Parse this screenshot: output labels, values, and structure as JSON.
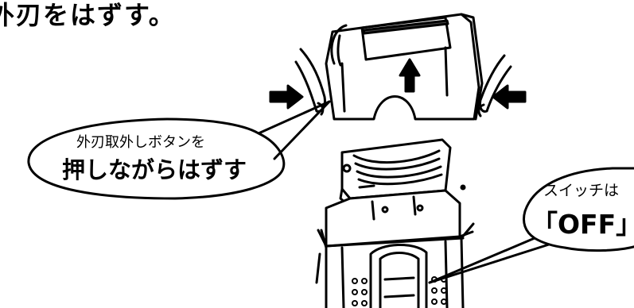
{
  "heading": "外刃をはずす。",
  "callout_release_button": {
    "line1": "外刃取外しボタンを",
    "line2": "押しながらはずす"
  },
  "callout_switch": {
    "line1": "スイッチは",
    "line2": "「OFF」"
  },
  "icons": [
    "arrow-right-icon",
    "arrow-left-icon",
    "arrow-up-icon"
  ]
}
